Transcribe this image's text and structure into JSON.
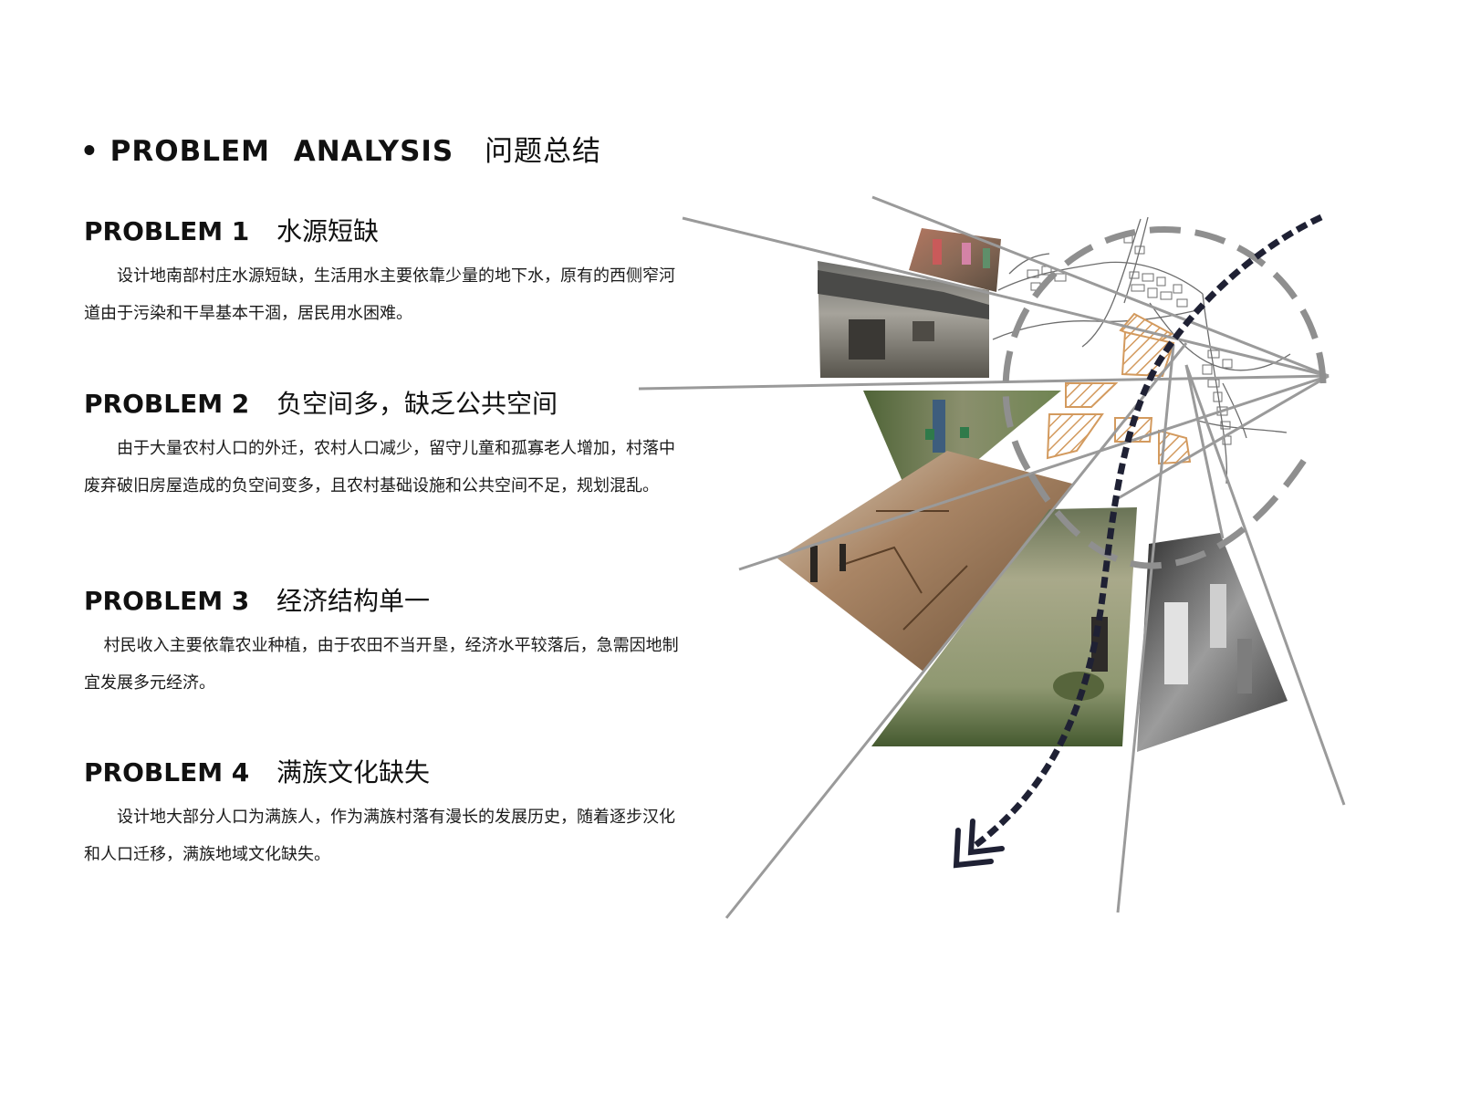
{
  "title": {
    "bullet": "•",
    "en": "PROBLEM ANALYSIS",
    "cn": "问题总结"
  },
  "problems": [
    {
      "label": "PROBLEM 1",
      "title": "水源短缺",
      "text": "设计地南部村庄水源短缺，生活用水主要依靠少量的地下水，原有的西侧窄河道由于污染和干旱基本干涸，居民用水困难。"
    },
    {
      "label": "PROBLEM 2",
      "title": "负空间多，缺乏公共空间",
      "text": "由于大量农村人口的外迁，农村人口减少，留守儿童和孤寡老人增加，村落中废弃破旧房屋造成的负空间变多，且农村基础设施和公共空间不足，规划混乱。"
    },
    {
      "label": "PROBLEM 3",
      "title": "经济结构单一",
      "text": "村民收入主要依靠农业种植，由于农田不当开垦，经济水平较落后，急需因地制宜发展多元经济。"
    },
    {
      "label": "PROBLEM 4",
      "title": "满族文化缺失",
      "text": "设计地大部分人口为满族人，作为满族村落有漫长的发展历史，随着逐步汉化和人口迁移，满族地域文化缺失。"
    }
  ],
  "colors": {
    "ray": "#9a9a9a",
    "circle_dash": "#8f8f8f",
    "arrow": "#1f2134",
    "hatch": "#d39a5e",
    "map_line": "#6d6d6d"
  },
  "icons": {
    "arrowhead": "double-chevron-arrow-icon"
  }
}
